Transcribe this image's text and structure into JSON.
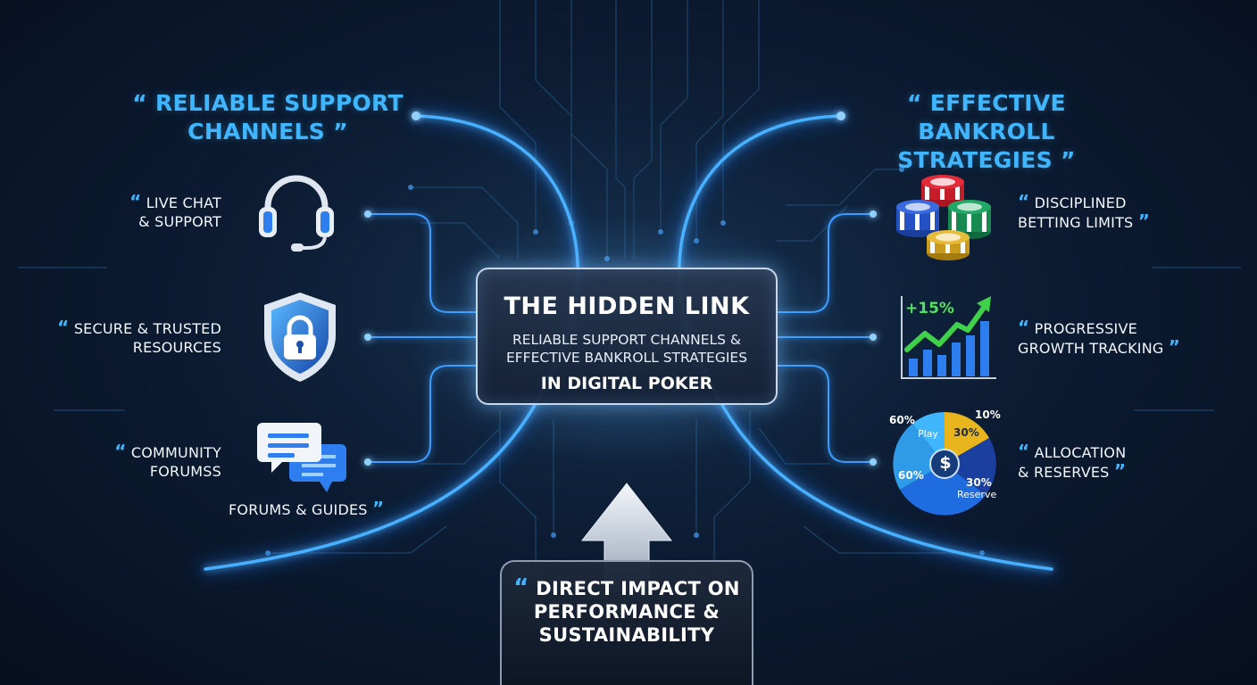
{
  "left_heading": {
    "open_quote": "“",
    "line1": "RELIABLE SUPPORT",
    "line2": "CHANNELS",
    "close_quote": "”"
  },
  "right_heading": {
    "open_quote": "“",
    "line1": "EFFECTIVE BANKROLL",
    "line2": "STRATEGIES",
    "close_quote": "”"
  },
  "left_items": [
    {
      "open_quote": "“",
      "line1": "LIVE CHAT",
      "line2": "& SUPPORT",
      "icon": "headset-icon"
    },
    {
      "open_quote": "“",
      "line1": "SECURE & TRUSTED",
      "line2": "RESOURCES",
      "icon": "shield-lock-icon"
    },
    {
      "open_quote": "“",
      "line1": "COMMUNITY",
      "line2": "FORUMSS",
      "icon": "chat-bubbles-icon"
    }
  ],
  "forums_caption": {
    "text": "FORUMS & GUIDES",
    "close_quote": "”"
  },
  "right_items": [
    {
      "open_quote": "“",
      "line1": "DISCIPLINED",
      "line2": "BETTING LIMITS",
      "close_quote": "”",
      "icon": "poker-chips-icon"
    },
    {
      "open_quote": "“",
      "line1": "PROGRESSIVE",
      "line2": "GROWTH TRACKING",
      "close_quote": "”",
      "icon": "growth-chart-icon"
    },
    {
      "open_quote": "“",
      "line1": "ALLOCATION",
      "line2": "& RESERVES",
      "close_quote": "”",
      "icon": "pie-chart-icon"
    }
  ],
  "center": {
    "title": "THE HIDDEN LINK",
    "sub1": "RELIABLE SUPPORT CHANNELS &",
    "sub2": "EFFECTIVE BANKROLL STRATEGIES",
    "foot": "IN DIGITAL POKER"
  },
  "impact": {
    "open_quote": "“",
    "line1": "DIRECT IMPACT ON",
    "line2": "PERFORMANCE &",
    "line3": "SUSTAINABILITY"
  },
  "growth_icon": {
    "label": "+15%"
  },
  "pie_icon": {
    "label_top_left": "60%",
    "label_top_right": "10%",
    "label_play": "Play",
    "label_30a": "30%",
    "label_left": "60%",
    "label_30b": "30%",
    "label_reserve": "Reserve",
    "currency": "$"
  },
  "colors": {
    "accent": "#3fb6ff",
    "glow": "#2a8cff",
    "background": "#0c1c33"
  }
}
